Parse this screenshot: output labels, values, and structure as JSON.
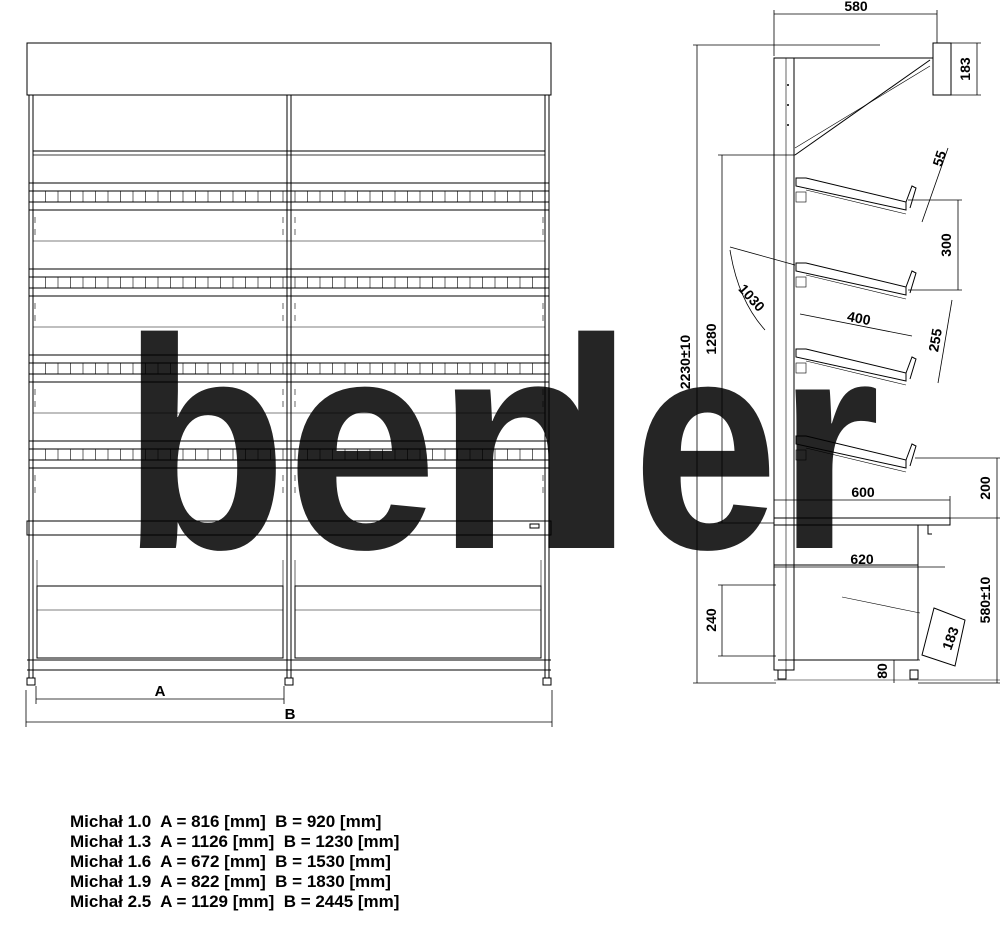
{
  "watermark": {
    "part1": "ben",
    "part2": "ler",
    "color1": "#f2b8b8",
    "color2": "#b3b3b3"
  },
  "front_view": {
    "dim_a_label": "A",
    "dim_b_label": "B"
  },
  "side_view": {
    "dims": {
      "top_width": "580",
      "top_depth": "183",
      "total_height": "2230±10",
      "upper_height": "1280",
      "shelf_tip": "55",
      "shelf_spacing": "300",
      "arc_radius": "1030",
      "shelf_depth": "400",
      "shelf_gap": "255",
      "base_shelf_depth": "600",
      "base_shelf_height": "200",
      "base_depth": "620",
      "base_height": "580±10",
      "bottom_drawer": "240",
      "bottom_tray": "183",
      "foot_height": "80"
    }
  },
  "models": [
    {
      "text": "Michał 1.0  A = 816 [mm]  B = 920 [mm]"
    },
    {
      "text": "Michał 1.3  A = 1126 [mm]  B = 1230 [mm]"
    },
    {
      "text": "Michał 1.6  A = 672 [mm]  B = 1530 [mm]"
    },
    {
      "text": "Michał 1.9  A = 822 [mm]  B = 1830 [mm]"
    },
    {
      "text": "Michał 2.5  A = 1129 [mm]  B = 2445 [mm]"
    }
  ]
}
